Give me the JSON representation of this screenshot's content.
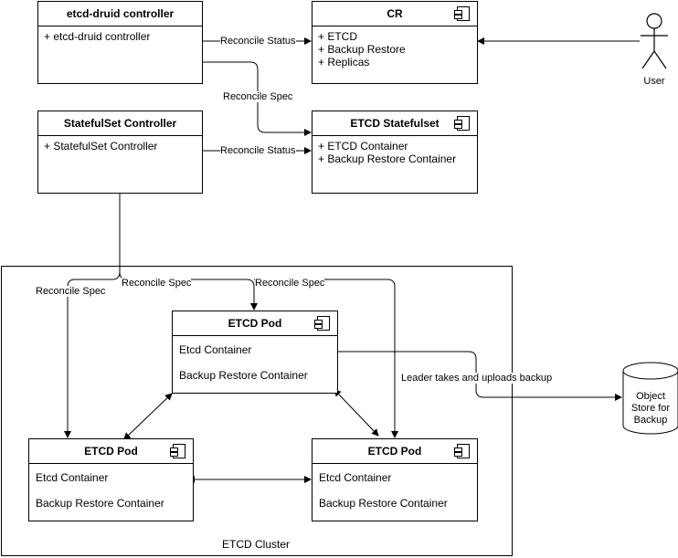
{
  "controller": {
    "title": "etcd-druid controller",
    "items": [
      "+ etcd-druid controller"
    ]
  },
  "cr": {
    "title": "CR",
    "items": [
      "+ ETCD",
      "+ Backup Restore",
      "+ Replicas"
    ]
  },
  "sts_controller": {
    "title": "StatefulSet Controller",
    "items": [
      "+ StatefulSet Controller"
    ]
  },
  "sts": {
    "title": "ETCD Statefulset",
    "items": [
      "+ ETCD Container",
      "+ Backup Restore Container"
    ]
  },
  "pods": [
    {
      "title": "ETCD Pod",
      "container1": "Etcd Container",
      "container2": "Backup Restore Container"
    },
    {
      "title": "ETCD Pod",
      "container1": "Etcd Container",
      "container2": "Backup Restore Container"
    },
    {
      "title": "ETCD Pod",
      "container1": "Etcd Container",
      "container2": "Backup Restore Container"
    }
  ],
  "edges": {
    "reconcile_status_1": "Reconcile Status",
    "reconcile_spec_1": "Reconcile Spec",
    "reconcile_status_2": "Reconcile Status",
    "reconcile_spec_left": "Reconcile Spec",
    "reconcile_spec_mid": "Reconcile Spec",
    "reconcile_spec_right": "Reconcile Spec",
    "backup": "Leader takes and uploads backup"
  },
  "user": {
    "label": "User"
  },
  "object_store": {
    "label": "Object Store for Backup"
  },
  "cluster": {
    "label": "ETCD Cluster"
  }
}
